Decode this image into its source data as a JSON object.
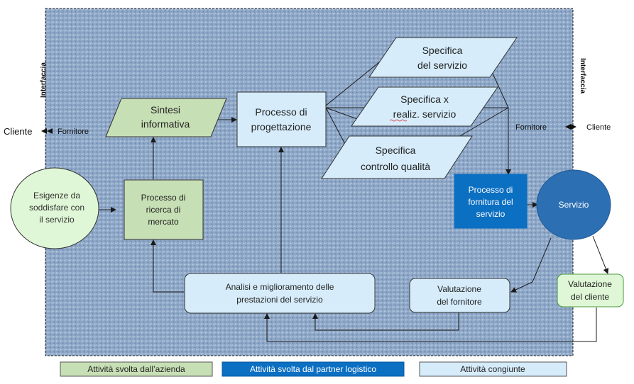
{
  "diagram": {
    "interface_label": "Interfaccia",
    "cliente_left": "Cliente",
    "fornitore_left": "Fornitore",
    "fornitore_right": "Fornitore",
    "cliente_right": "Cliente",
    "nodes": {
      "esigenze": [
        "Esigenze da",
        "soddisfare con",
        "il servizio"
      ],
      "ricerca": [
        "Processo di",
        "ricerca di",
        "mercato"
      ],
      "sintesi": [
        "Sintesi",
        "informativa"
      ],
      "progettazione": [
        "Processo di",
        "progettazione"
      ],
      "spec_servizio": [
        "Specifica",
        "del servizio"
      ],
      "spec_realiz": [
        "Specifica x",
        "realiz. servizio"
      ],
      "spec_controllo": [
        "Specifica",
        "controllo qualità"
      ],
      "fornitura": [
        "Processo di",
        "fornitura del",
        "servizio"
      ],
      "servizio": [
        "Servizio"
      ],
      "analisi": [
        "Analisi e miglioramento delle",
        "prestazioni del servizio"
      ],
      "val_fornitore": [
        "Valutazione",
        "del fornitore"
      ],
      "val_cliente": [
        "Valutazione",
        "del cliente"
      ]
    },
    "legend": [
      {
        "label": "Attività svolta dall’azienda",
        "color": "#c7dfb5",
        "text_color": "#222222"
      },
      {
        "label": "Attività svolta dal partner logistico",
        "color": "#0b6fc2",
        "text_color": "#ffffff"
      },
      {
        "label": "Attività congiunte",
        "color": "#d6ecfb",
        "text_color": "#222222"
      }
    ],
    "colors": {
      "background_pattern": "#8fa8c8",
      "green": "#c7dfb5",
      "light_green": "#dff7d6",
      "light_blue": "#d6ecfb",
      "dark_blue": "#0b6fc2",
      "circle_blue": "#2c6fb3"
    }
  }
}
